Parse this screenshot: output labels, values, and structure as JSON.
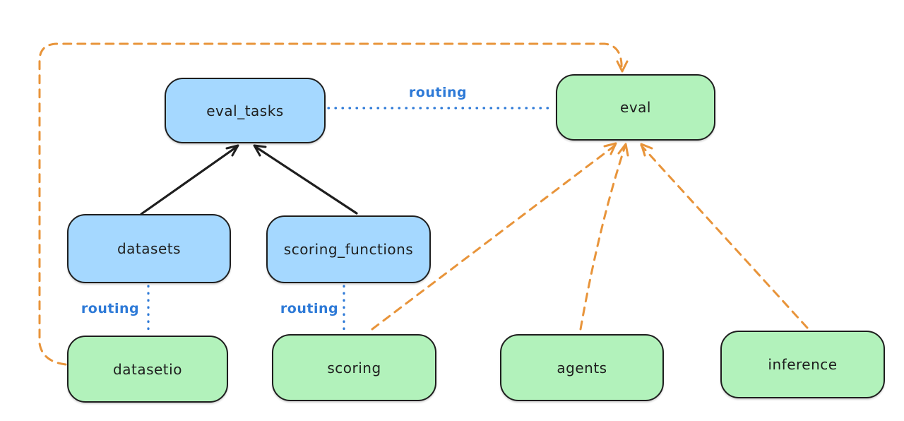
{
  "colors": {
    "background": "#ffffff",
    "ink": "#1e1e1e",
    "blue_fill": "#a5d8ff",
    "green_fill": "#b2f2bb",
    "routing_blue": "#2e7ad7",
    "orange": "#e8943a"
  },
  "nodes": [
    {
      "id": "eval_tasks",
      "label": "eval_tasks",
      "color": "blue"
    },
    {
      "id": "eval",
      "label": "eval",
      "color": "green"
    },
    {
      "id": "datasets",
      "label": "datasets",
      "color": "blue"
    },
    {
      "id": "scoring_functions",
      "label": "scoring_functions",
      "color": "blue"
    },
    {
      "id": "datasetio",
      "label": "datasetio",
      "color": "green"
    },
    {
      "id": "scoring",
      "label": "scoring",
      "color": "green"
    },
    {
      "id": "agents",
      "label": "agents",
      "color": "green"
    },
    {
      "id": "inference",
      "label": "inference",
      "color": "green"
    }
  ],
  "edges": [
    {
      "from": "datasets",
      "to": "eval_tasks",
      "style": "solid",
      "color": "black",
      "arrow": true,
      "label": ""
    },
    {
      "from": "scoring_functions",
      "to": "eval_tasks",
      "style": "solid",
      "color": "black",
      "arrow": true,
      "label": ""
    },
    {
      "from": "eval_tasks",
      "to": "eval",
      "style": "dotted",
      "color": "blue",
      "arrow": false,
      "label": "routing"
    },
    {
      "from": "datasets",
      "to": "datasetio",
      "style": "dotted",
      "color": "blue",
      "arrow": false,
      "label": "routing"
    },
    {
      "from": "scoring_functions",
      "to": "scoring",
      "style": "dotted",
      "color": "blue",
      "arrow": false,
      "label": "routing"
    },
    {
      "from": "scoring",
      "to": "eval",
      "style": "dashed",
      "color": "orange",
      "arrow": true,
      "label": ""
    },
    {
      "from": "agents",
      "to": "eval",
      "style": "dashed",
      "color": "orange",
      "arrow": true,
      "label": ""
    },
    {
      "from": "inference",
      "to": "eval",
      "style": "dashed",
      "color": "orange",
      "arrow": true,
      "label": ""
    },
    {
      "from": "datasetio",
      "to": "eval",
      "style": "dashed",
      "color": "orange",
      "arrow": true,
      "label": ""
    }
  ]
}
